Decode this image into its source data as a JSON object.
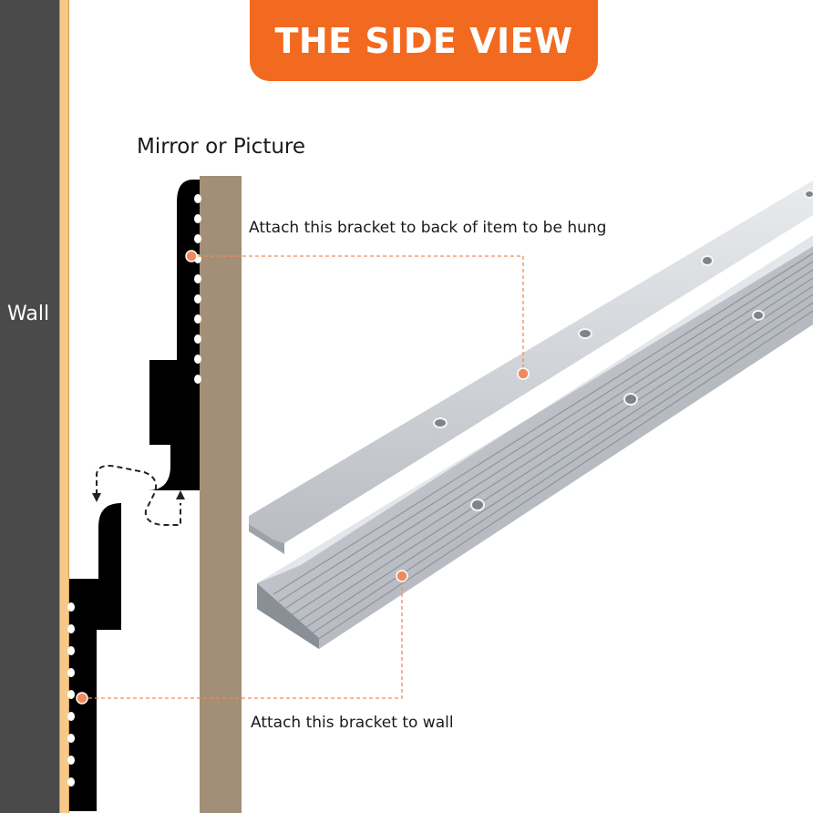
{
  "title": "THE SIDE VIEW",
  "labels": {
    "wall": "Wall",
    "mirror": "Mirror or Picture",
    "top_bracket_note": "Attach this bracket to back of item to be hung",
    "bottom_bracket_note": "Attach this bracket to wall"
  },
  "colors": {
    "banner": "#f26a1f",
    "wall": "#4a4a4a",
    "panel": "#a38f77",
    "bracket": "#000000",
    "leader": "#f08a5d",
    "aluminum": "#c9ccd1"
  },
  "icons": [
    "up-down-arrow-icon"
  ]
}
